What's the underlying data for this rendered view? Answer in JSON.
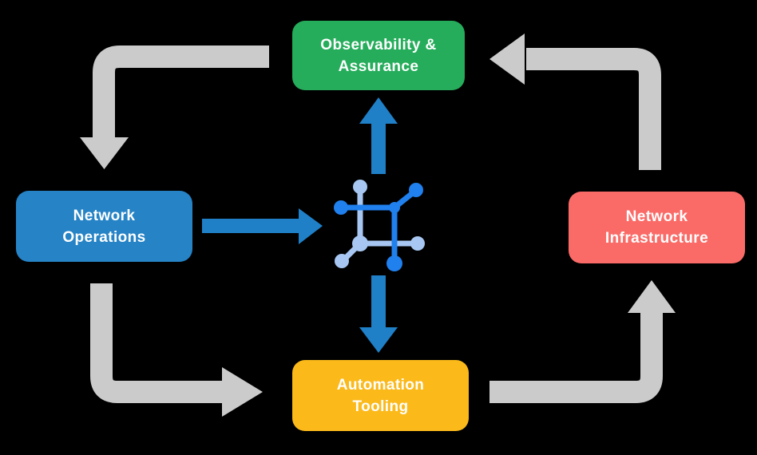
{
  "diagram": {
    "description": "Circular workflow diagram with four nodes around a central network-automation icon",
    "background": "#000000",
    "colors": {
      "green": "#25ad5b",
      "blue": "#2583c6",
      "red": "#fa6b67",
      "yellow": "#fbb91a",
      "gray_arrow": "#cbcbcb",
      "blue_arrow": "#1f80c8",
      "icon_dark_blue": "#2080ee",
      "icon_light_blue": "#a7c7f2",
      "text": "#ffffff"
    },
    "nodes": {
      "observability": {
        "line1": "Observability &",
        "line2": "Assurance",
        "color": "#25ad5b"
      },
      "operations": {
        "line1": "Network",
        "line2": "Operations",
        "color": "#2583c6"
      },
      "infrastructure": {
        "line1": "Network",
        "line2": "Infrastructure",
        "color": "#fa6b67"
      },
      "automation": {
        "line1": "Automation",
        "line2": "Tooling",
        "color": "#fbb91a"
      }
    },
    "center_icon": {
      "name": "network-automation-icon"
    },
    "flows": [
      {
        "from": "Observability & Assurance",
        "to": "Network Operations",
        "style": "gray-elbow-arrow"
      },
      {
        "from": "Network Operations",
        "to": "Automation Tooling",
        "style": "gray-elbow-arrow"
      },
      {
        "from": "Automation Tooling",
        "to": "Network Infrastructure",
        "style": "gray-elbow-arrow"
      },
      {
        "from": "Network Infrastructure",
        "to": "Observability & Assurance",
        "style": "gray-elbow-arrow"
      },
      {
        "from": "Network Operations",
        "to": "center-icon",
        "style": "blue-straight-arrow"
      },
      {
        "from": "center-icon",
        "to": "Observability & Assurance",
        "style": "blue-straight-arrow"
      },
      {
        "from": "center-icon",
        "to": "Automation Tooling",
        "style": "blue-straight-arrow"
      }
    ]
  }
}
